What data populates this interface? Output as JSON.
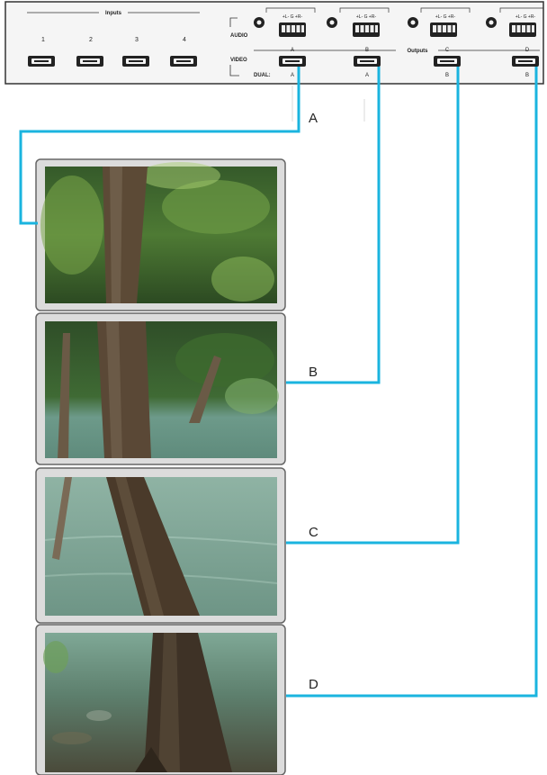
{
  "panel": {
    "inputs_title": "Inputs",
    "input_numbers": [
      "1",
      "2",
      "3",
      "4"
    ],
    "audio_label": "AUDIO",
    "video_label": "VIDEO",
    "dual_label": "DUAL:",
    "outputs_title": "Outputs",
    "terminal_pins": "+L-  G  +R-",
    "outputs": [
      {
        "letter": "A",
        "dual": "A"
      },
      {
        "letter": "B",
        "dual": "A"
      },
      {
        "letter": "C",
        "dual": "B"
      },
      {
        "letter": "D",
        "dual": "B"
      }
    ]
  },
  "displays": [
    {
      "label": "A",
      "scene": "forest-canopy"
    },
    {
      "label": "B",
      "scene": "forest-river"
    },
    {
      "label": "C",
      "scene": "river-water"
    },
    {
      "label": "D",
      "scene": "tree-base"
    }
  ],
  "colors": {
    "cable": "#1ab4df",
    "panel_fill": "#f5f5f5",
    "panel_stroke": "#333333",
    "connector": "#222222",
    "monitor_bezel": "#dcdcdc"
  }
}
